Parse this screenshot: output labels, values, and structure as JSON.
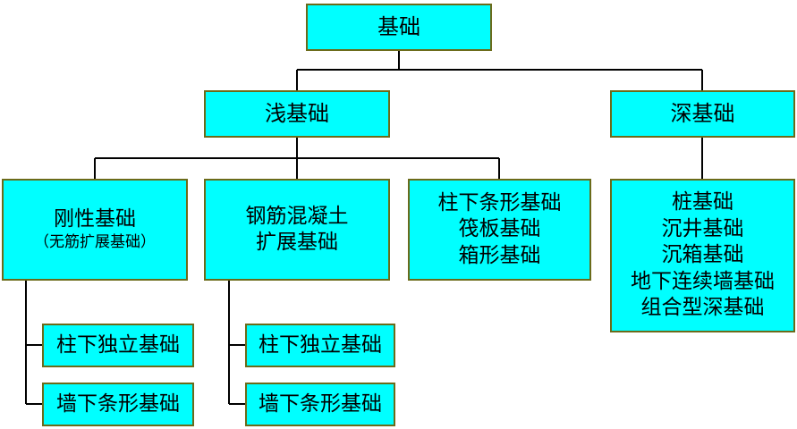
{
  "root": {
    "label": "基础"
  },
  "shallow": {
    "label": "浅基础"
  },
  "deep": {
    "label": "深基础"
  },
  "rigid": {
    "line1": "刚性基础",
    "line2": "（无筋扩展基础）"
  },
  "rc": {
    "line1": "钢筋混凝土",
    "line2": "扩展基础"
  },
  "strip": {
    "line1": "柱下条形基础",
    "line2": "筏板基础",
    "line3": "箱形基础"
  },
  "deep_types": {
    "line1": "桩基础",
    "line2": "沉井基础",
    "line3": "沉箱基础",
    "line4": "地下连续墙基础",
    "line5": "组合型深基础"
  },
  "rigid_children": [
    "柱下独立基础",
    "墙下条形基础"
  ],
  "rc_children": [
    "柱下独立基础",
    "墙下条形基础"
  ],
  "colors": {
    "box_fill": "#00ffff",
    "box_border": "#6b6b1a",
    "line": "#000000"
  }
}
